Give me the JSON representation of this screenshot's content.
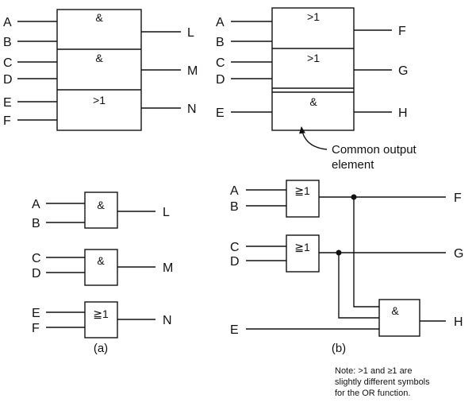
{
  "top_left": {
    "inputs": [
      "A",
      "B",
      "C",
      "D",
      "E",
      "F"
    ],
    "outputs": [
      "L",
      "M",
      "N"
    ],
    "symbols": [
      "&",
      "&",
      ">1"
    ]
  },
  "top_right": {
    "inputs": [
      "A",
      "B",
      "C",
      "D",
      "E"
    ],
    "outputs": [
      "F",
      "G",
      "H"
    ],
    "symbols": [
      ">1",
      ">1",
      "&"
    ],
    "callout": [
      "Common output",
      "element"
    ]
  },
  "bottom_left": {
    "inputs": [
      "A",
      "B",
      "C",
      "D",
      "E",
      "F"
    ],
    "outputs": [
      "L",
      "M",
      "N"
    ],
    "symbols": [
      "&",
      "&",
      "≧1"
    ],
    "caption": "(a)"
  },
  "bottom_right": {
    "inputs": [
      "A",
      "B",
      "C",
      "D",
      "E"
    ],
    "outputs": [
      "F",
      "G",
      "H"
    ],
    "symbols": [
      "≧1",
      "≧1",
      "&"
    ],
    "caption": "(b)"
  },
  "note": [
    "Note: >1 and ≥1 are",
    "slightly different symbols",
    "for the OR function."
  ]
}
